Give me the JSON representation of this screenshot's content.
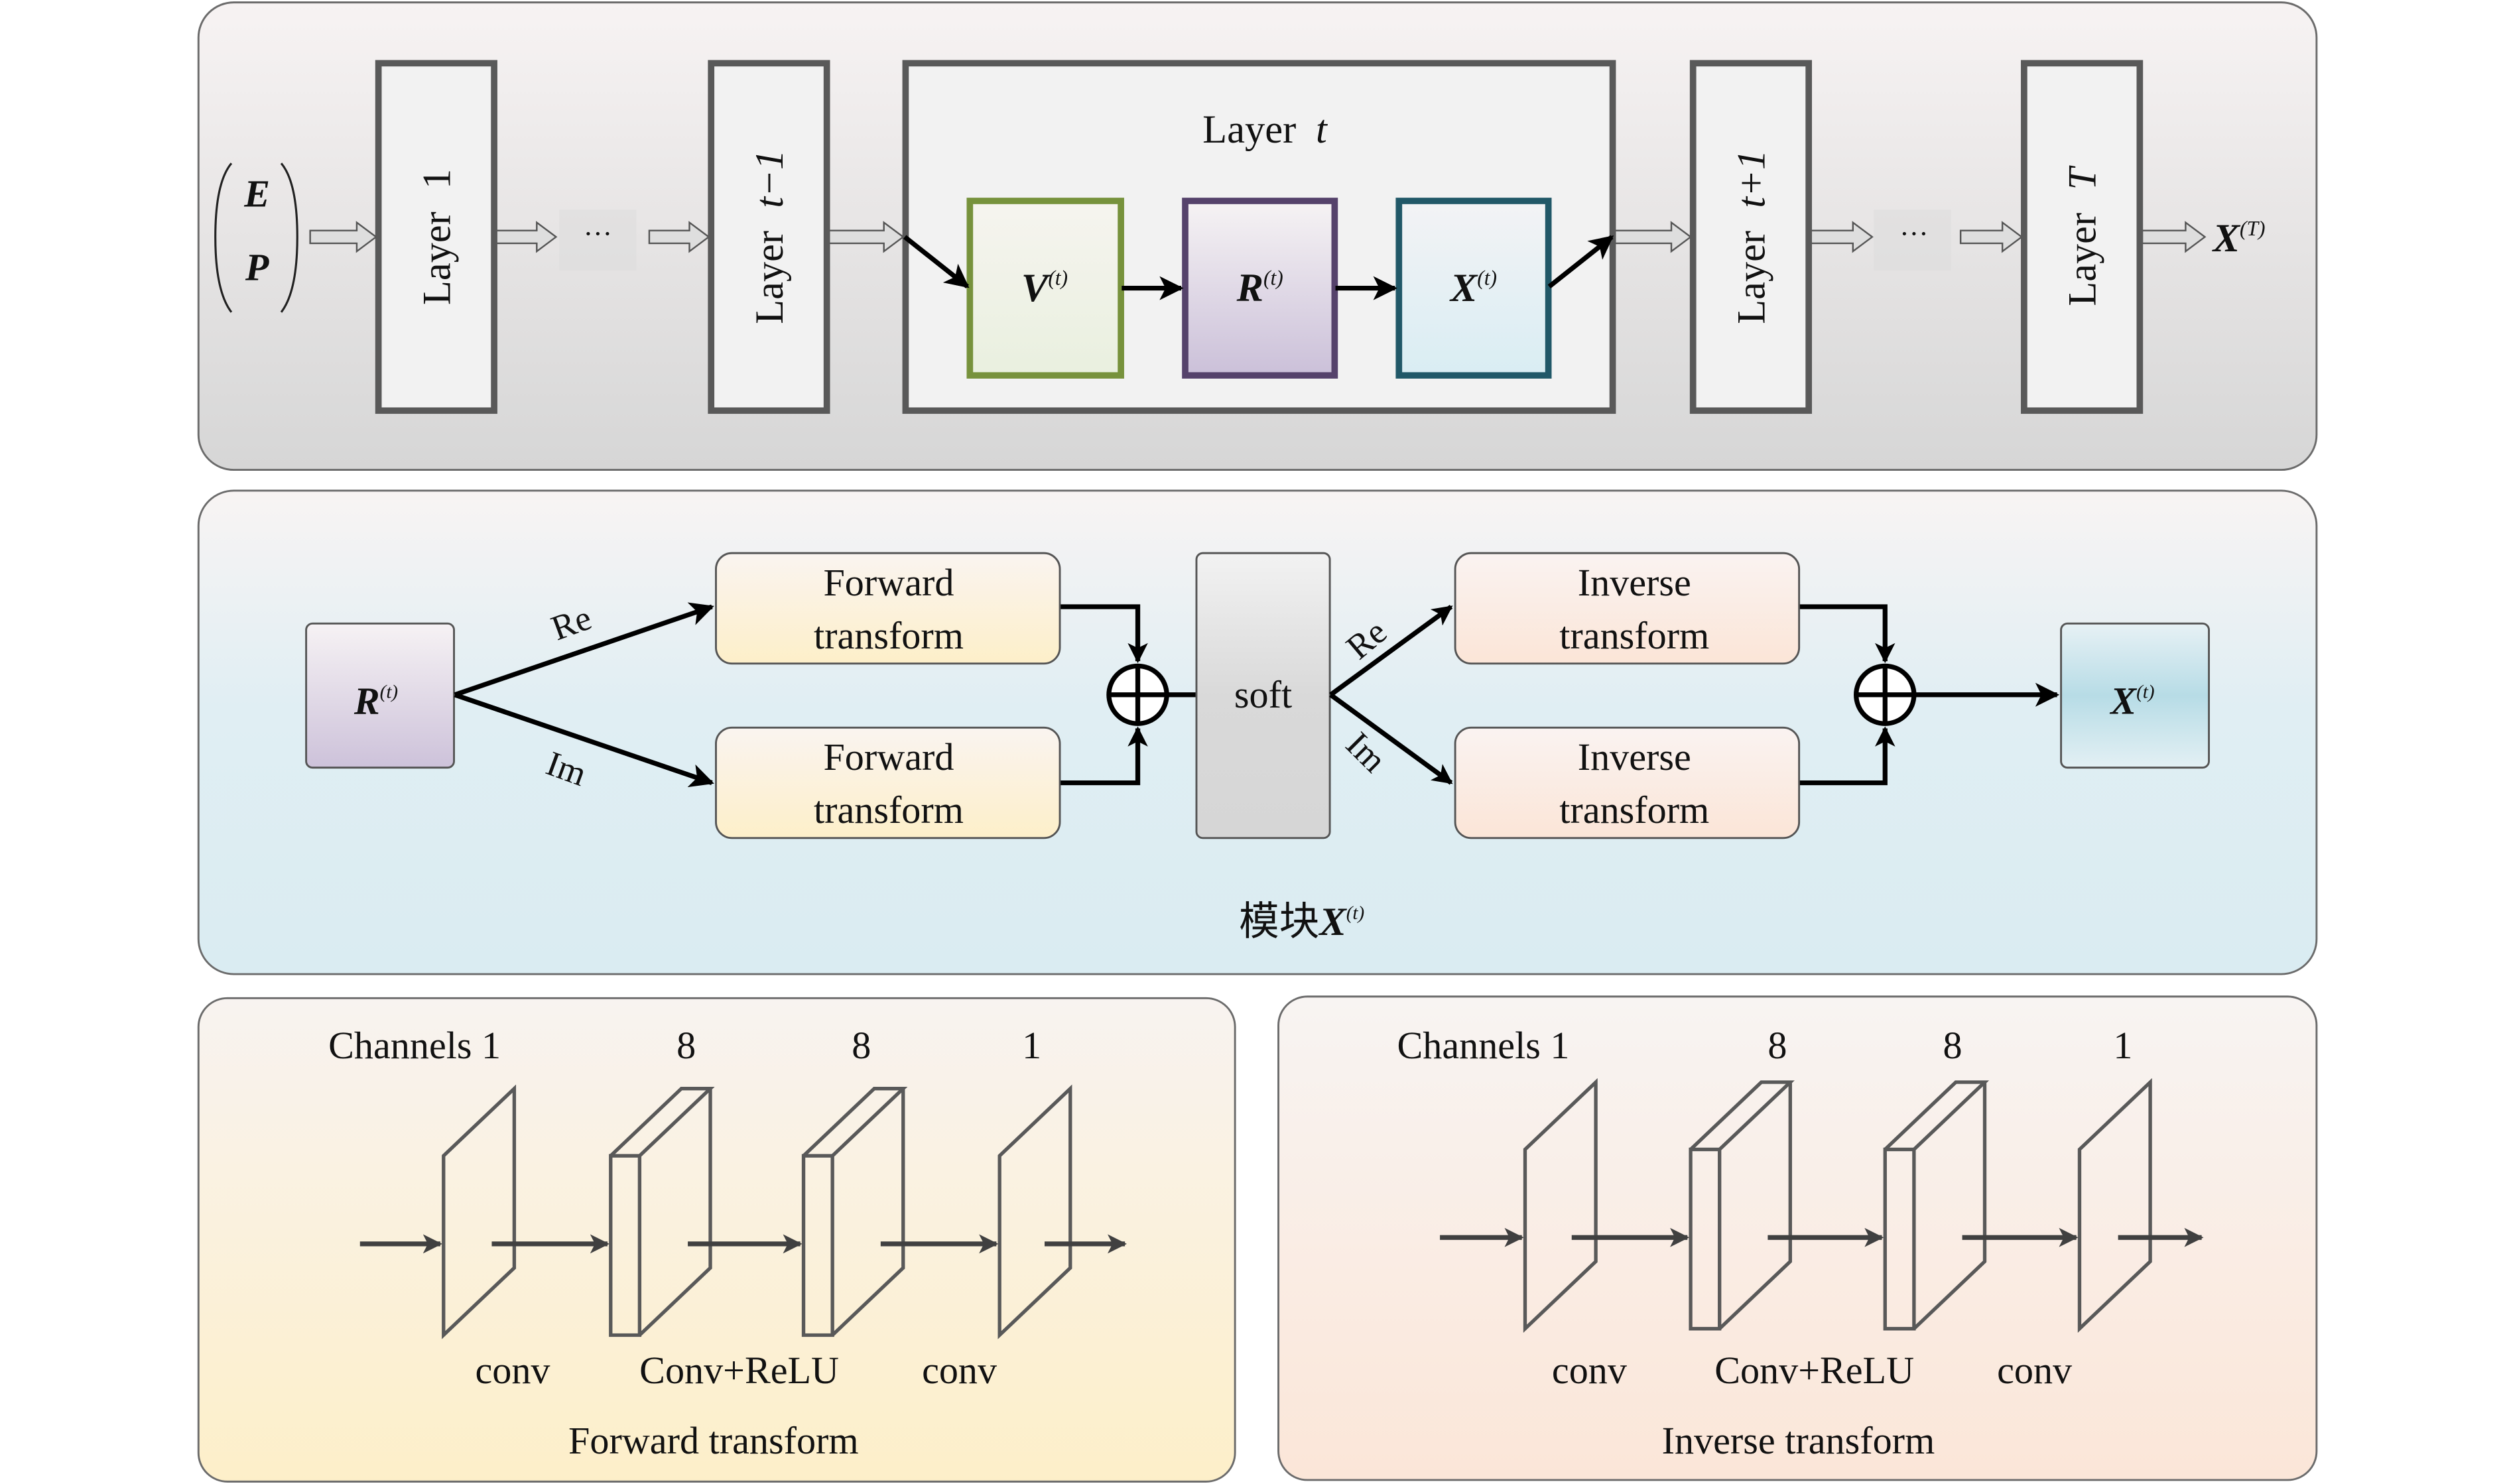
{
  "top_panel": {
    "input_vector": [
      "E",
      "P"
    ],
    "layers": [
      {
        "prefix": "Layer",
        "index": "1"
      },
      {
        "prefix": "Layer",
        "index": "t−1"
      },
      {
        "prefix": "Layer",
        "index": "t+1"
      },
      {
        "prefix": "Layer",
        "index": "T"
      }
    ],
    "ellipsis": "···",
    "layer_t": {
      "title_prefix": "Layer",
      "title_var": "t",
      "modules": [
        {
          "symbol": "V",
          "superscript": "(t)",
          "border": "#77923c",
          "fill_top": "#f6f4ef",
          "fill_bottom": "#e9f0df"
        },
        {
          "symbol": "R",
          "superscript": "(t)",
          "border": "#55426b",
          "fill_top": "#f6f3f4",
          "fill_bottom": "#cbc0d9"
        },
        {
          "symbol": "X",
          "superscript": "(t)",
          "border": "#215868",
          "fill_top": "#f3f3f5",
          "fill_bottom": "#d9edf3"
        }
      ]
    },
    "output": {
      "symbol": "X",
      "superscript": "(T)"
    }
  },
  "middle_panel": {
    "input": {
      "symbol": "R",
      "superscript": "(t)"
    },
    "branch_labels": {
      "re": "Re",
      "im": "Im"
    },
    "forward_boxes": [
      {
        "line1": "Forward",
        "line2": "transform"
      },
      {
        "line1": "Forward",
        "line2": "transform"
      }
    ],
    "soft_label": "soft",
    "inverse_boxes": [
      {
        "line1": "Inverse",
        "line2": "transform"
      },
      {
        "line1": "Inverse",
        "line2": "transform"
      }
    ],
    "output": {
      "symbol": "X",
      "superscript": "(t)"
    },
    "caption": {
      "text": "模块",
      "symbol": "X",
      "superscript": "(t)"
    }
  },
  "bottom_panels": [
    {
      "title": "Forward transform",
      "channels_label": "Channels 1",
      "channels": [
        "8",
        "8",
        "1"
      ],
      "ops": [
        "conv",
        "Conv+ReLU",
        "conv"
      ],
      "bg_top": "#f8f3f0",
      "bg_bottom": "#fdefc9"
    },
    {
      "title": "Inverse transform",
      "channels_label": "Channels 1",
      "channels": [
        "8",
        "8",
        "1"
      ],
      "ops": [
        "conv",
        "Conv+ReLU",
        "conv"
      ],
      "bg_top": "#f8f4f2",
      "bg_bottom": "#fbe6d8"
    }
  ],
  "colors": {
    "layer_border": "#595959",
    "layer_fill": "#f2f2f2",
    "arrow": "#000000",
    "cnn_stroke": "#595959",
    "cnn_arrow": "#404040"
  }
}
